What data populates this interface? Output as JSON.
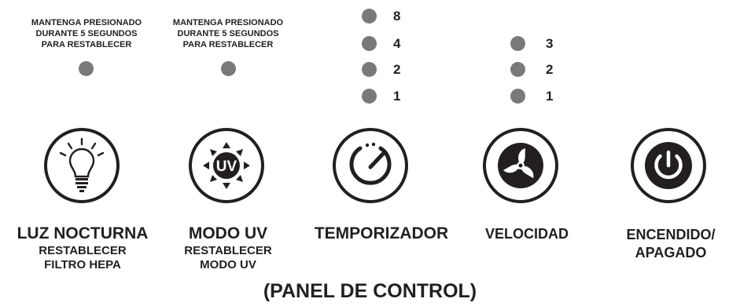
{
  "notes": {
    "hold_reset_1": "MANTENGA PRESIONADO\nDURANTE 5 SEGUNDOS\nPARA RESTABLECER",
    "hold_reset_2": "MANTENGA PRESIONADO\nDURANTE 5 SEGUNDOS\nPARA RESTABLECER"
  },
  "timer_levels": [
    "8",
    "4",
    "2",
    "1"
  ],
  "speed_levels": [
    "3",
    "2",
    "1"
  ],
  "buttons": {
    "night_light": {
      "label": "LUZ NOCTURNA",
      "sub": "RESTABLECER\nFILTRO HEPA"
    },
    "uv_mode": {
      "label": "MODO UV",
      "sub": "RESTABLECER\nMODO UV",
      "icon_text": "UV"
    },
    "timer": {
      "label": "TEMPORIZADOR"
    },
    "speed": {
      "label": "VELOCIDAD"
    },
    "power": {
      "label": "ENCENDIDO/\nAPAGADO"
    }
  },
  "title": "(PANEL DE CONTROL)",
  "colors": {
    "ink": "#231f20",
    "led": "#77797b",
    "background": "#ffffff"
  }
}
